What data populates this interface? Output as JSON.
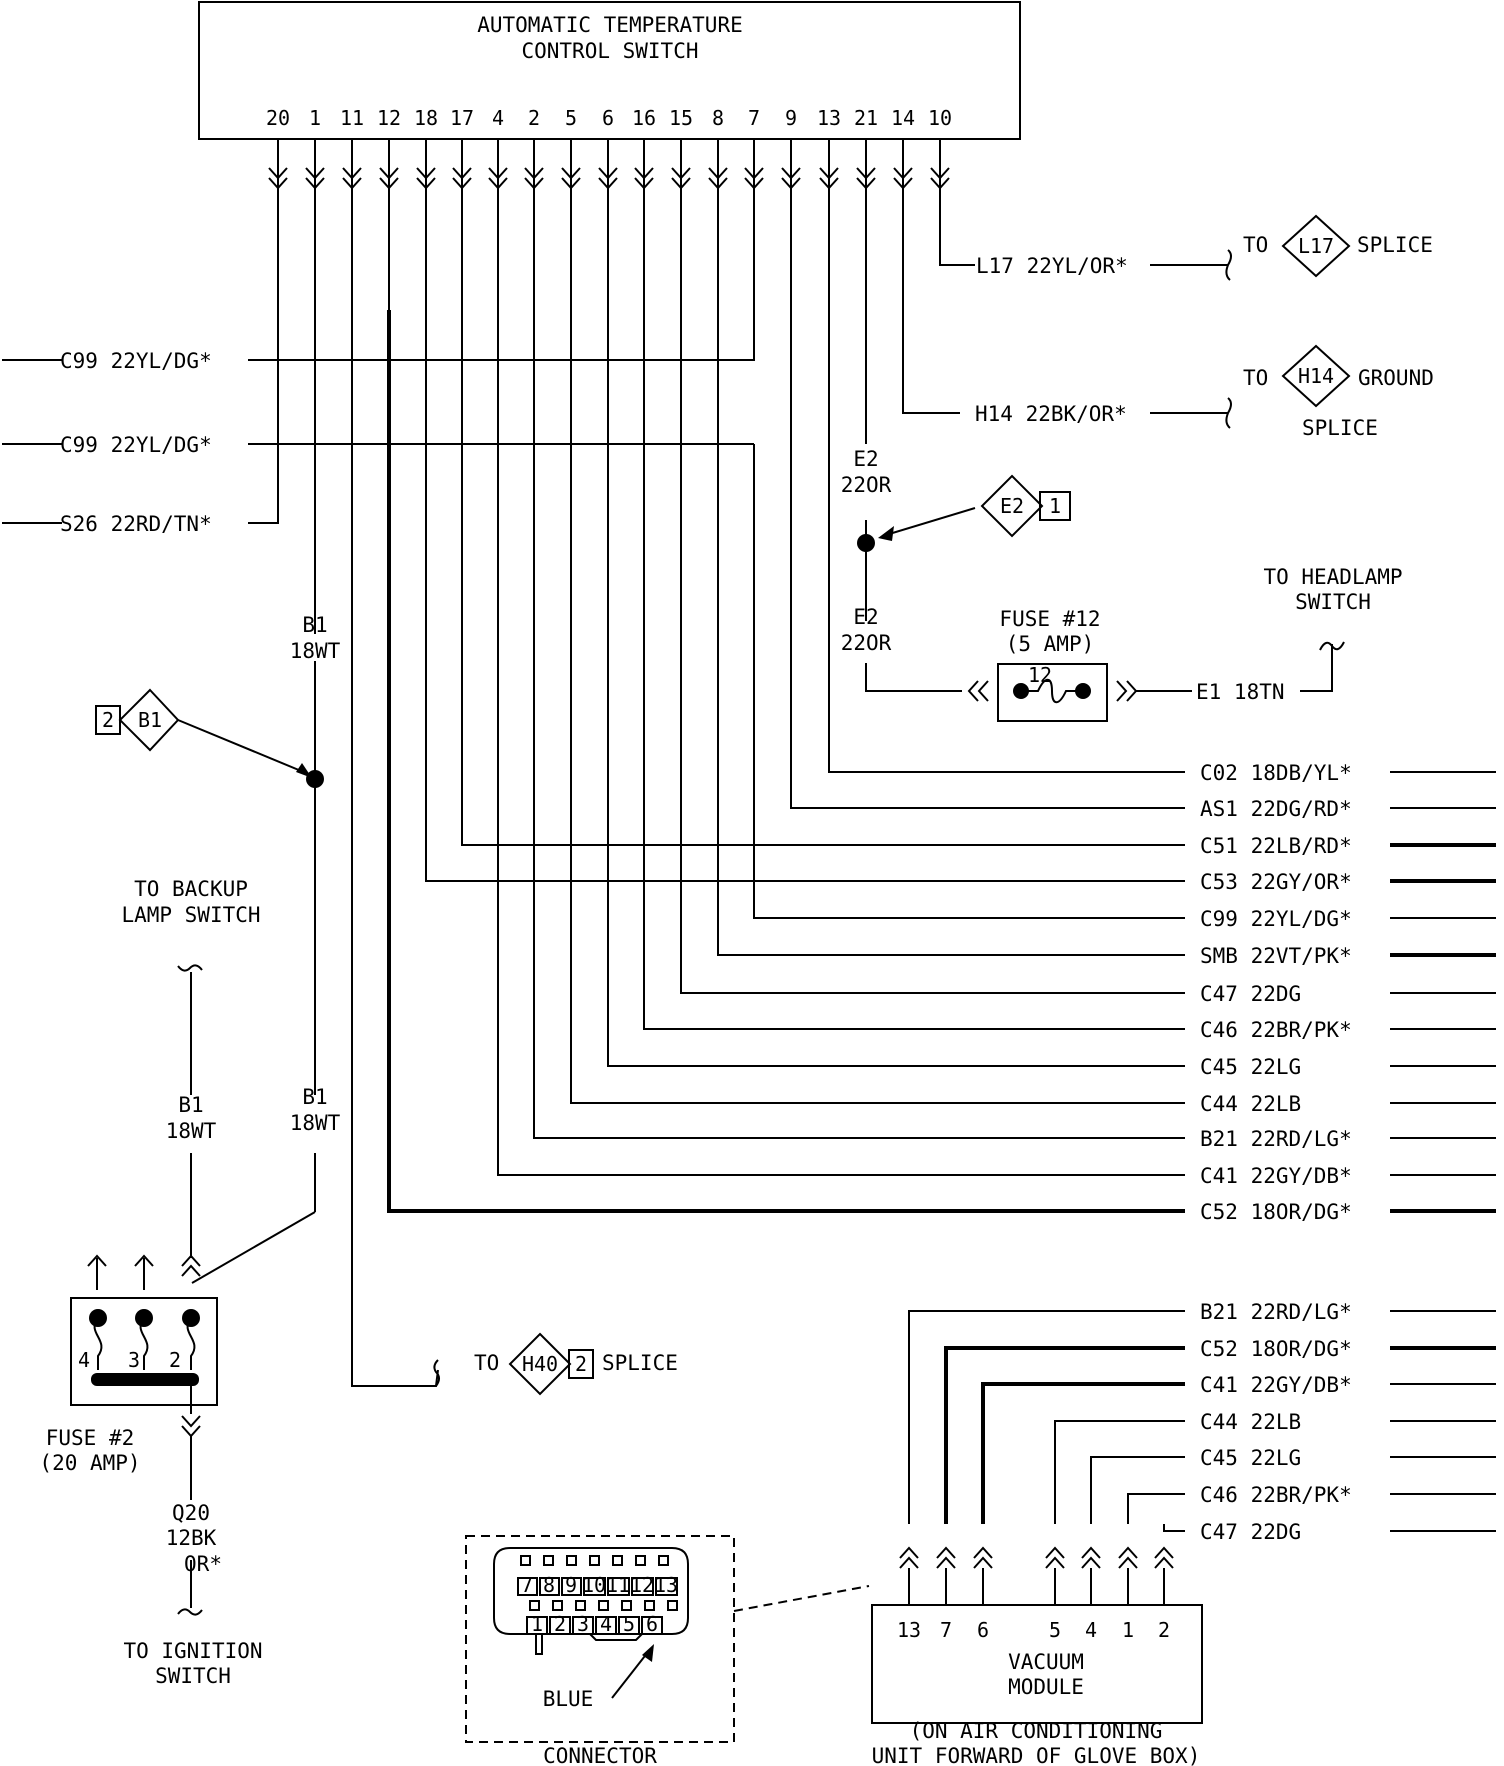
{
  "atc_switch": {
    "title_line1": "AUTOMATIC TEMPERATURE",
    "title_line2": "CONTROL SWITCH",
    "pins": [
      "20",
      "1",
      "11",
      "12",
      "18",
      "17",
      "4",
      "2",
      "5",
      "6",
      "16",
      "15",
      "8",
      "7",
      "9",
      "13",
      "21",
      "14",
      "10"
    ]
  },
  "left_wires": [
    {
      "label": "C99  22YL/DG*"
    },
    {
      "label": "C99  22YL/DG*"
    },
    {
      "label": "S26  22RD/TN*"
    }
  ],
  "top_right": {
    "l17_wire": "L17  22YL/OR*",
    "l17_to": "TO",
    "l17_splice_id": "L17",
    "l17_splice": "SPLICE",
    "h14_wire": "H14  22BK/OR*",
    "h14_to": "TO",
    "h14_splice_id": "H14",
    "h14_ground": "GROUND",
    "h14_splice": "SPLICE"
  },
  "e2": {
    "label_upper_1": "E2",
    "label_upper_2": "22OR",
    "label_lower_1": "E2",
    "label_lower_2": "22OR",
    "splice_id": "E2",
    "splice_pin": "1"
  },
  "fuse12": {
    "label1": "FUSE #12",
    "label2": "(5 AMP)",
    "number": "12",
    "out_wire": "E1  18TN",
    "dest_line1": "TO HEADLAMP",
    "dest_line2": "SWITCH"
  },
  "b1": {
    "upper_1": "B1",
    "upper_2": "18WT",
    "splice_pin": "2",
    "splice_id": "B1",
    "lower_1": "B1",
    "lower_2": "18WT",
    "left_1": "B1",
    "left_2": "18WT",
    "backup_1": "TO BACKUP",
    "backup_2": "LAMP SWITCH"
  },
  "fuse2": {
    "label1": "FUSE #2",
    "label2": "(20 AMP)",
    "pins": [
      "4",
      "3",
      "2"
    ],
    "q20_1": "Q20",
    "q20_2": "12BK",
    "q20_3": "OR*",
    "ign_1": "TO IGNITION",
    "ign_2": "SWITCH"
  },
  "h40": {
    "to": "TO",
    "splice_id": "H40",
    "pin": "2",
    "splice": "SPLICE"
  },
  "right_wires": [
    "C02  18DB/YL*",
    "AS1  22DG/RD*",
    "C51  22LB/RD*",
    "C53  22GY/OR*",
    "C99  22YL/DG*",
    "SMB  22VT/PK*",
    "C47  22DG",
    "C46  22BR/PK*",
    "C45  22LG",
    "C44  22LB",
    "B21  22RD/LG*",
    "C41  22GY/DB*",
    "C52  18OR/DG*"
  ],
  "vacuum_wires": [
    "B21  22RD/LG*",
    "C52  18OR/DG*",
    "C41  22GY/DB*",
    "C44  22LB",
    "C45  22LG",
    "C46  22BR/PK*",
    "C47  22DG"
  ],
  "vacuum_module": {
    "pins": [
      "13",
      "7",
      "6",
      "5",
      "4",
      "1",
      "2"
    ],
    "label1": "VACUUM",
    "label2": "MODULE",
    "note1": "(ON AIR CONDITIONING",
    "note2": "UNIT FORWARD OF GLOVE BOX)"
  },
  "connector": {
    "top_pins": [
      "7",
      "8",
      "9",
      "10",
      "11",
      "12",
      "13"
    ],
    "bottom_pins": [
      "1",
      "2",
      "3",
      "4",
      "5",
      "6"
    ],
    "color": "BLUE",
    "label": "CONNECTOR"
  }
}
